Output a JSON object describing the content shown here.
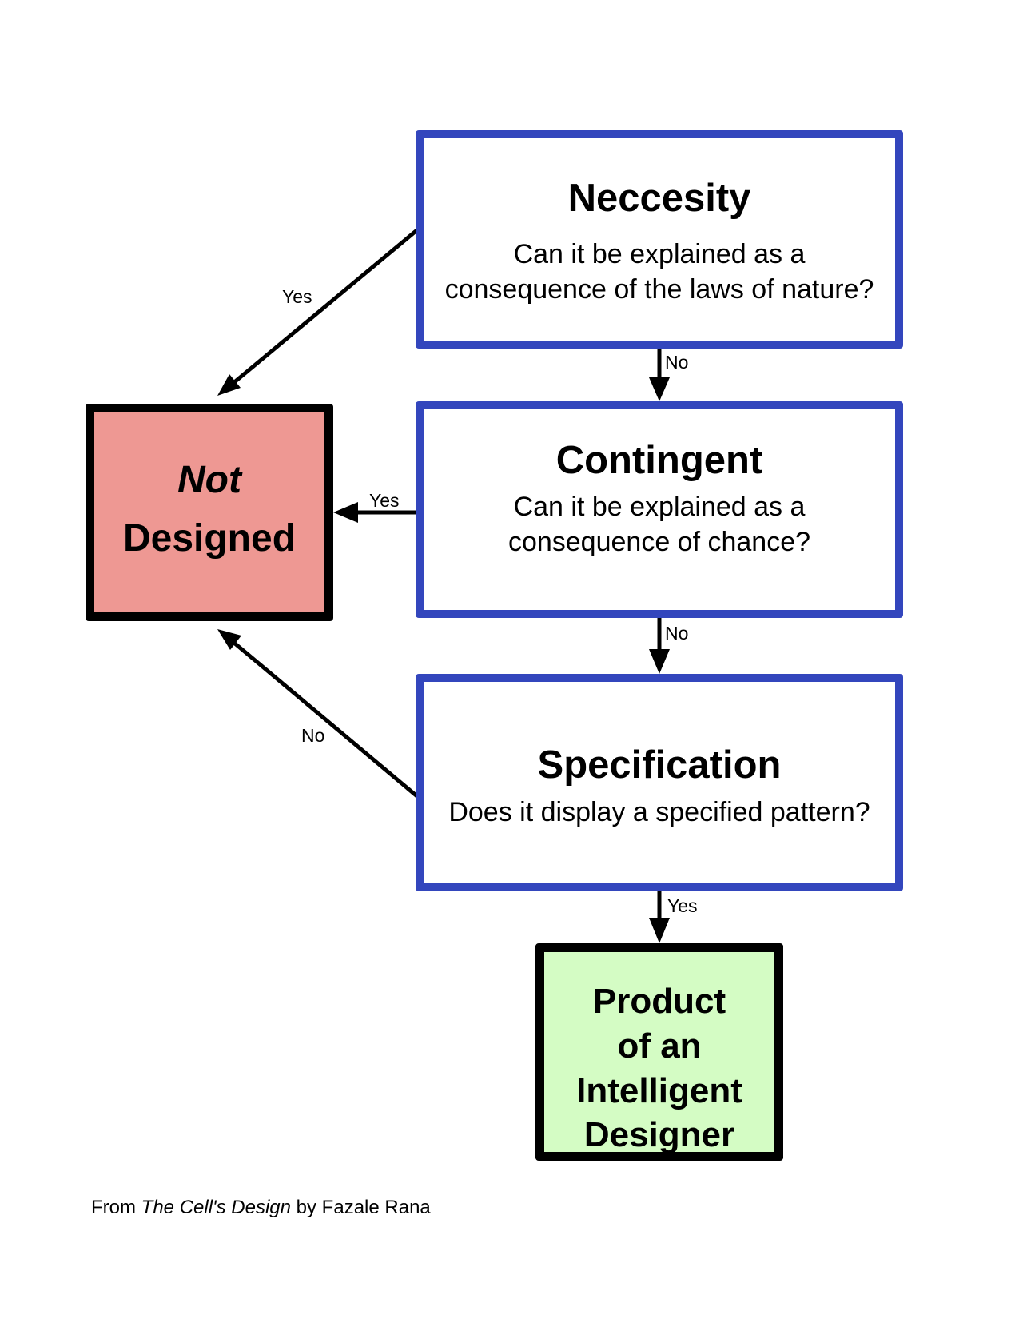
{
  "colors": {
    "question_border": "#3346BD",
    "question_fill": "#FFFFFF",
    "not_designed_fill": "#EE9893",
    "designer_fill": "#D4FCC4",
    "outcome_border": "#000000",
    "arrow": "#000000"
  },
  "nodes": {
    "necessity": {
      "title": "Neccesity",
      "question_lines": [
        "Can it be explained as a",
        "consequence of the laws of nature?"
      ]
    },
    "contingent": {
      "title": "Contingent",
      "question_lines": [
        "Can it be explained as a",
        "consequence of chance?"
      ]
    },
    "specification": {
      "title": "Specification",
      "question_lines": [
        "Does it display a specified pattern?"
      ]
    },
    "not_designed": {
      "lines": [
        "Not",
        "Designed"
      ]
    },
    "designer": {
      "lines": [
        "Product",
        "of an",
        "Intelligent",
        "Designer"
      ]
    }
  },
  "edges": [
    {
      "from": "necessity",
      "to": "not_designed",
      "label": "Yes"
    },
    {
      "from": "necessity",
      "to": "contingent",
      "label": "No"
    },
    {
      "from": "contingent",
      "to": "not_designed",
      "label": "Yes"
    },
    {
      "from": "contingent",
      "to": "specification",
      "label": "No"
    },
    {
      "from": "specification",
      "to": "not_designed",
      "label": "No"
    },
    {
      "from": "specification",
      "to": "designer",
      "label": "Yes"
    }
  ],
  "caption": {
    "prefix": "From ",
    "book_title": "The Cell's Design",
    "suffix": " by Fazale Rana"
  }
}
